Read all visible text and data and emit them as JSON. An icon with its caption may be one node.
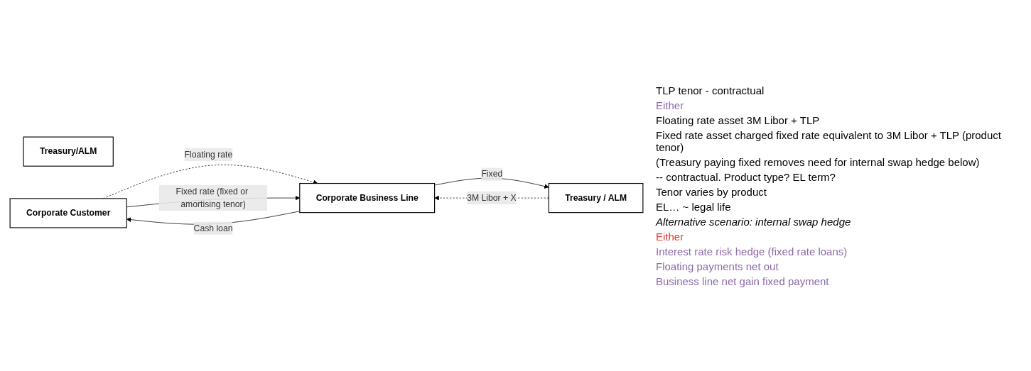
{
  "diagram": {
    "nodes": [
      {
        "text": [
          "Treasury/ALM"
        ]
      },
      {
        "text": [
          "Corporate Customer"
        ]
      },
      {
        "text": [
          "Corporate Business Line"
        ]
      },
      {
        "text": [
          "Treasury / ALM"
        ]
      }
    ],
    "edges": [
      {
        "from": 2,
        "to": 1,
        "arrow": "to",
        "label": "Cash loan"
      },
      {
        "from": 1,
        "to": 2,
        "arrow": "to",
        "label": "Floating rate",
        "style": "dashed"
      },
      {
        "from": 1,
        "to": 2,
        "arrow": "to",
        "label": "Fixed rate (fixed or amortising tenor)"
      },
      {
        "from": 3,
        "to": 2,
        "arrow": "to",
        "label": "3M Libor + X",
        "style": "dashed"
      },
      {
        "from": 2,
        "to": 3,
        "arrow": "to",
        "label": "Fixed"
      }
    ],
    "labels": [
      "TLP tenor - contractual",
      "Either",
      "Floating rate asset 3M Libor + TLP",
      "Fixed rate asset charged fixed rate equivalent to 3M Libor + TLP (product tenor)",
      "(Treasury paying fixed removes need for internal swap hedge below)",
      "-- contractual. Product type? EL term?",
      "Tenor varies by product",
      "EL… ~ legal life",
      "Alternative scenario: internal swap hedge",
      "Either",
      "Interest rate risk hedge (fixed rate loans)",
      "Floating payments net out",
      "Business line net gain fixed payment"
    ]
  }
}
